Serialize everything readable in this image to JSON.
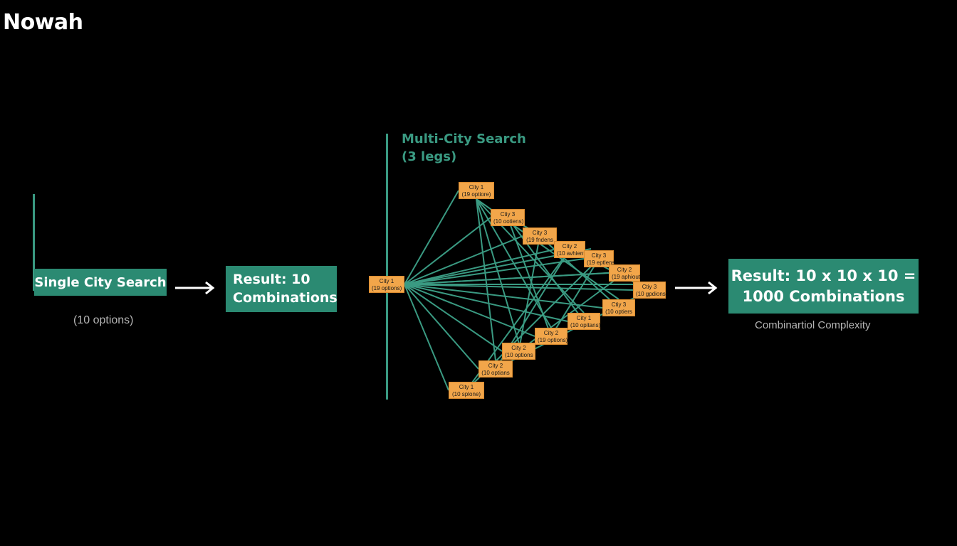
{
  "brand": "Nowah",
  "single": {
    "label": "Single City Search",
    "options": "(10 options)",
    "result_line1": "Result: 10",
    "result_line2": "Combinations"
  },
  "multi": {
    "title_line1": "Multi-City Search",
    "title_line2": "(3 legs)",
    "start_node": {
      "name": "City 1",
      "options": "(19 options)"
    },
    "nodes": [
      {
        "name": "City 1",
        "options": "(19 optiore)"
      },
      {
        "name": "Ctiy 3",
        "options": "(10 ootiens)"
      },
      {
        "name": "City 3",
        "options": "(19 fndens"
      },
      {
        "name": "City 2",
        "options": "(10 avhient"
      },
      {
        "name": "City 3",
        "options": "(19 eptlens"
      },
      {
        "name": "City 2",
        "options": "(19 aphiout"
      },
      {
        "name": "Ctiy 3",
        "options": "(10 gpdions"
      },
      {
        "name": "Ctiy 3",
        "options": "(10 optiers"
      },
      {
        "name": "City 1",
        "options": "(10 opitans)"
      },
      {
        "name": "City 2",
        "options": "(19 options)"
      },
      {
        "name": "City 2",
        "options": "(10 options"
      },
      {
        "name": "City 2",
        "options": "(10 optians"
      },
      {
        "name": "City 1",
        "options": "(10 splone)"
      }
    ],
    "result_line1": "Result: 10 x 10 x 10 =",
    "result_line2": "1000 Combinations",
    "caption": "Combinartiol Complexity"
  },
  "colors": {
    "background": "#000000",
    "teal": "#2b8a72",
    "teal_line": "#3a9a82",
    "node_orange": "#f2a64a",
    "arrow": "#ffffff"
  }
}
